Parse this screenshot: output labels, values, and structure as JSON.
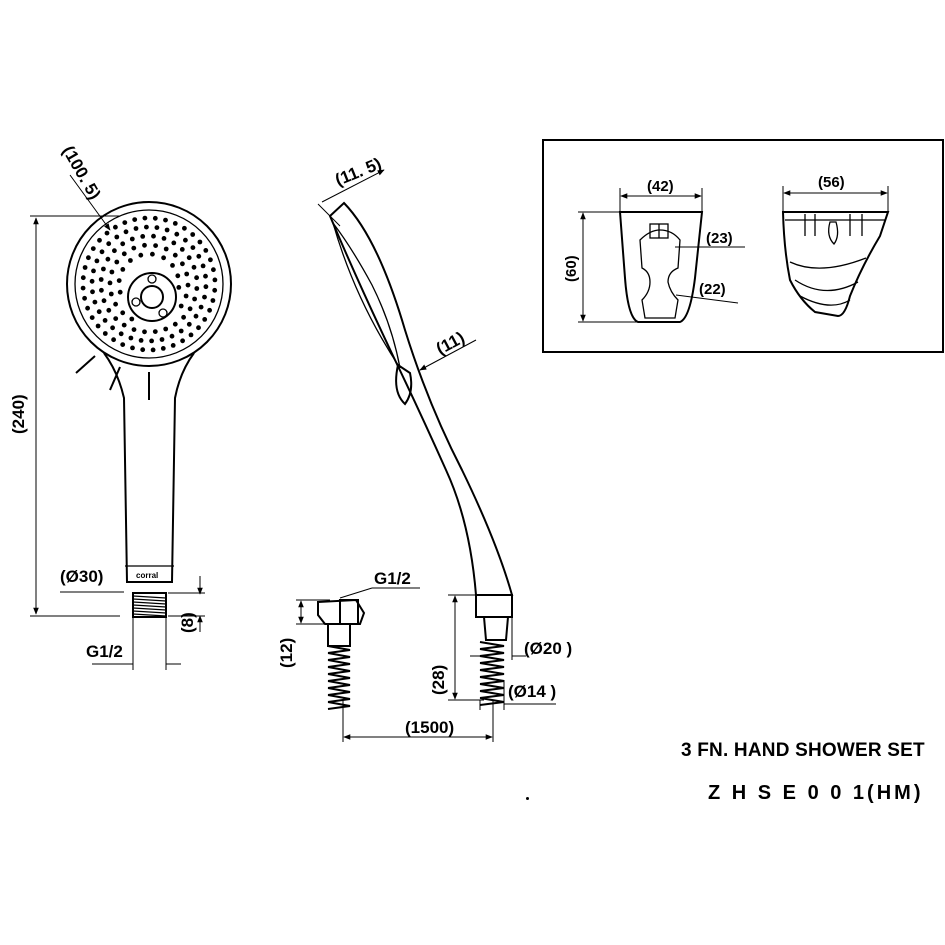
{
  "drawing": {
    "title": "3 FN. HAND SHOWER SET",
    "model": "Z H S E 0 0 1(HM)"
  },
  "dimensions": {
    "head_diameter": "(100. 5)",
    "total_length": "(240)",
    "handle_diameter": "(Ø30)",
    "connector_thread": "G1/2",
    "connector_length": "(8)",
    "handle_top_width": "(11. 5)",
    "handle_side_width": "(11)",
    "hose_nut_thread": "G1/2",
    "hose_nut_length": "(12)",
    "hose_length": "(1500)",
    "cone_length": "(28)",
    "cone_diameter": "(Ø20 )",
    "hose_diameter": "(Ø14 )",
    "bracket_width": "(42)",
    "bracket_height": "(60)",
    "bracket_upper_hole": "(23)",
    "bracket_lower_hole": "(22)",
    "bracket_back_width": "(56)"
  },
  "brand_mark": "corral"
}
